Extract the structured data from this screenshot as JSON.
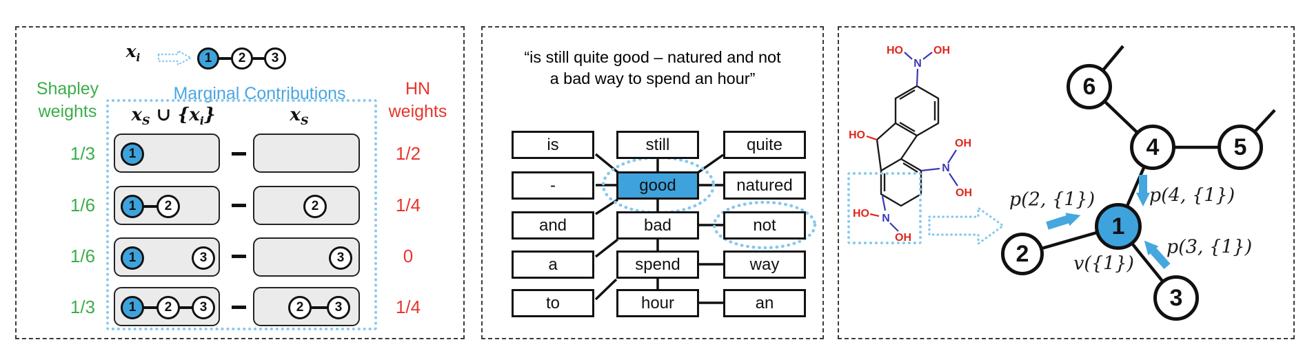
{
  "colors": {
    "node_blue": "#3EA3DC",
    "dotted_blue": "#85C8EF",
    "shapley_green": "#3BAD4A",
    "hn_red": "#E8352A",
    "box_grey": "#EBEBEB",
    "molecule_oxygen_red": "#E0251B",
    "molecule_nitrogen_blue": "#3838B8"
  },
  "panel1": {
    "feature_label": "x_i",
    "chain_nodes": [
      "1",
      "2",
      "3"
    ],
    "shapley_title": "Shapley weights",
    "marginal_title": "Marginal Contributions",
    "hn_title": "HN weights",
    "header_with": "x_S ∪ {x_i}",
    "header_without": "x_S",
    "minus": "−",
    "rows": [
      {
        "shapley": "1/3",
        "hn": "1/2",
        "with": [
          "1"
        ],
        "without": []
      },
      {
        "shapley": "1/6",
        "hn": "1/4",
        "with": [
          "1",
          "2"
        ],
        "without": [
          "2"
        ]
      },
      {
        "shapley": "1/6",
        "hn": "0",
        "with": [
          "1",
          "3"
        ],
        "without": [
          "3"
        ]
      },
      {
        "shapley": "1/3",
        "hn": "1/4",
        "with": [
          "1",
          "2",
          "3"
        ],
        "without": [
          "2",
          "3"
        ]
      }
    ]
  },
  "panel2": {
    "quote_line1": "“is still quite good – natured and not",
    "quote_line2": "a bad way to spend an hour”",
    "words": [
      "is",
      "still",
      "quite",
      "-",
      "good",
      "natured",
      "and",
      "bad",
      "not",
      "a",
      "spend",
      "way",
      "to",
      "hour",
      "an"
    ],
    "highlighted_word": "good",
    "circled_words": [
      "good",
      "not"
    ]
  },
  "panel3": {
    "molecule_labels": [
      "HO",
      "OH",
      "N",
      "HO",
      "OH",
      "N",
      "OH",
      "HO",
      "N",
      "OH"
    ],
    "graph_nodes": [
      "1",
      "2",
      "3",
      "4",
      "5",
      "6"
    ],
    "highlighted_node": "1",
    "annotations": {
      "p2": "p(2, {1})",
      "p4": "p(4, {1})",
      "p3": "p(3, {1})",
      "v": "v({1})"
    }
  }
}
